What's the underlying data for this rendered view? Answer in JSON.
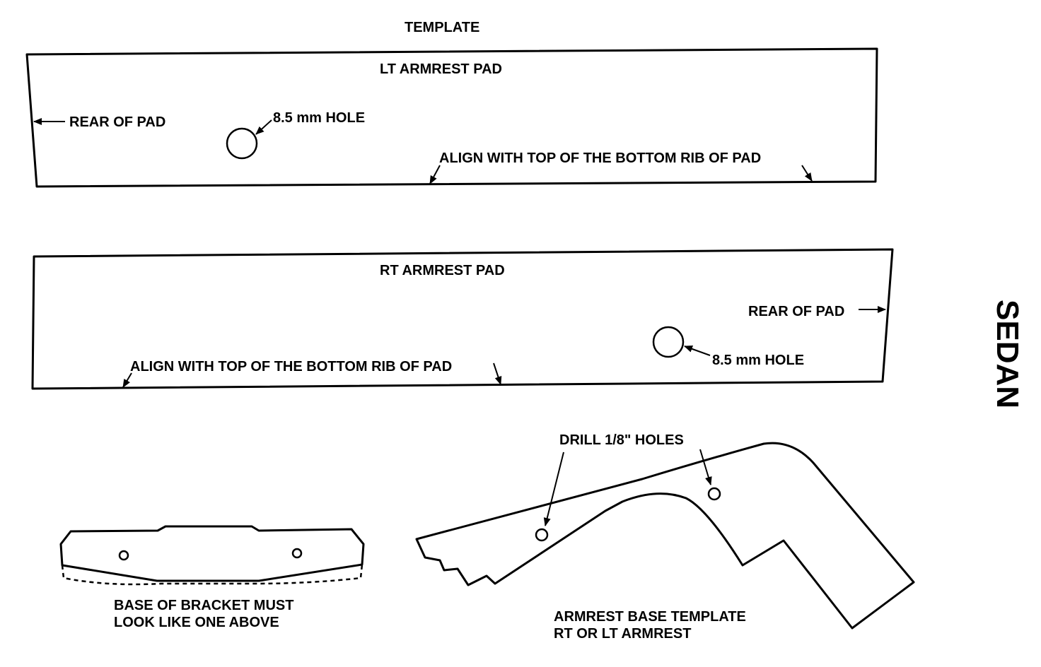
{
  "title": "TEMPLATE",
  "side_label": "SEDAN",
  "lt_pad": {
    "label": "LT ARMREST PAD",
    "rear_label": "REAR OF PAD",
    "hole_label": "8.5 mm HOLE",
    "align_label": "ALIGN WITH TOP OF THE BOTTOM RIB OF PAD"
  },
  "rt_pad": {
    "label": "RT ARMREST PAD",
    "rear_label": "REAR OF PAD",
    "hole_label": "8.5 mm HOLE",
    "align_label": "ALIGN WITH TOP OF THE BOTTOM RIB OF PAD"
  },
  "bracket": {
    "caption_line1": "BASE OF BRACKET MUST",
    "caption_line2": "LOOK LIKE ONE ABOVE"
  },
  "base_template": {
    "drill_label": "DRILL 1/8\" HOLES",
    "caption_line1": "ARMREST BASE TEMPLATE",
    "caption_line2": "RT OR LT ARMREST"
  },
  "colors": {
    "ink": "#000000",
    "paper": "#ffffff"
  }
}
